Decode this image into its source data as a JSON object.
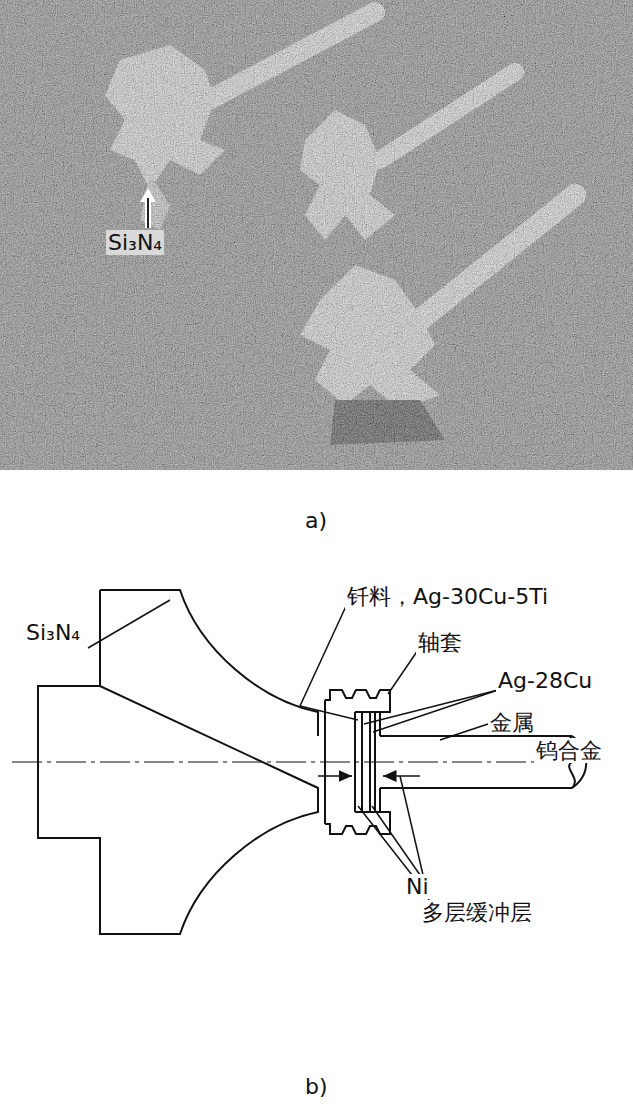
{
  "diagram": {
    "labels": [
      "Si₃N₄",
      "a)",
      "Si₃N₄",
      "钎料，Ag-30Cu-5Ti",
      "轴套",
      "Ag-28Cu",
      "金属",
      "钨合金",
      "Ni",
      "多层缓冲层",
      "b)"
    ]
  }
}
